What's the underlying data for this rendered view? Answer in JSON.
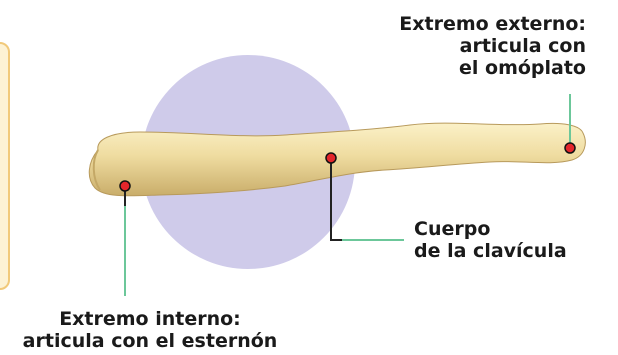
{
  "labels": {
    "external_end": {
      "line1": "Extremo externo:",
      "line2": "articula con",
      "line3": "el omóplato"
    },
    "body": {
      "line1": "Cuerpo",
      "line2": "de la clavícula"
    },
    "internal_end": {
      "line1": "Extremo interno:",
      "line2": "articula con el esternón"
    }
  },
  "colors": {
    "background_disc": "#cfcbea",
    "bone": "#f0dfa6",
    "marker": "#e3262b",
    "leader_green": "#6cc79a",
    "leader_dark": "#222222",
    "side_panel_fill": "#fdf2d4",
    "side_panel_border": "#f1c97a"
  }
}
